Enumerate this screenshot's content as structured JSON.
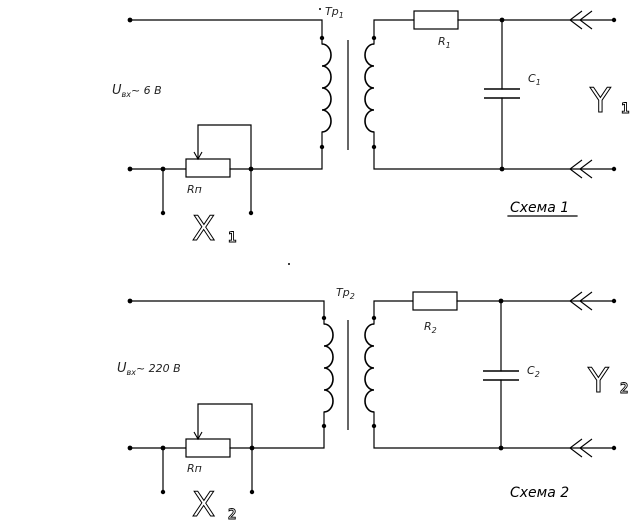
{
  "scheme1": {
    "transformer": "Тр",
    "transformer_sub": "1",
    "resistor": "R",
    "resistor_sub": "1",
    "capacitor": "С",
    "capacitor_sub": "1",
    "pot": "Rп",
    "input": "U",
    "input_sub": "вх",
    "input_value": "~ 6 В",
    "point_x": "X",
    "point_x_sub": "1",
    "point_y": "Y",
    "point_y_sub": "1",
    "caption": "Схема 1"
  },
  "scheme2": {
    "transformer": "Тр",
    "transformer_sub": "2",
    "resistor": "R",
    "resistor_sub": "2",
    "capacitor": "С",
    "capacitor_sub": "2",
    "pot": "Rп",
    "input": "U",
    "input_sub": "вх",
    "input_value": "~ 220 В",
    "point_x": "X",
    "point_x_sub": "2",
    "point_y": "Y",
    "point_y_sub": "2",
    "caption": "Схема 2"
  }
}
